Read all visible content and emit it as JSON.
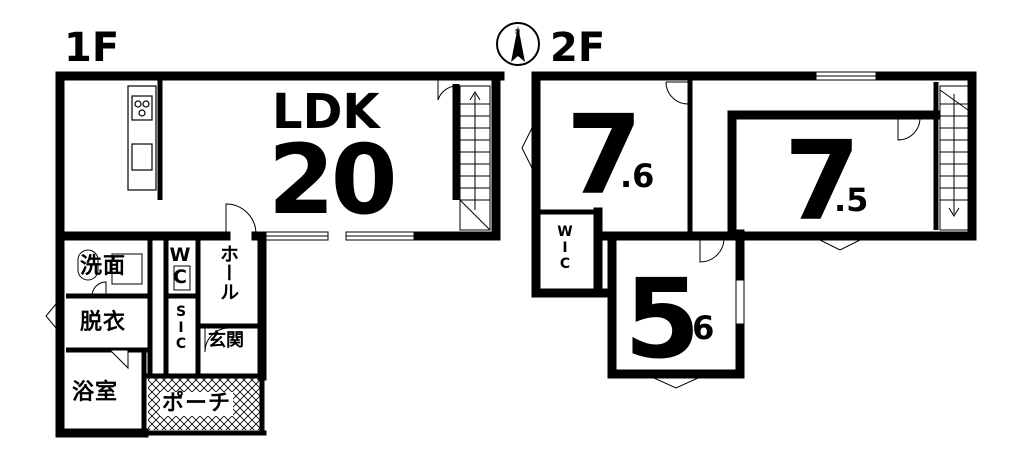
{
  "floors": {
    "first": {
      "label": "1F",
      "rooms": {
        "ldk": {
          "name": "LDK",
          "size": "20"
        },
        "senmen": "洗面",
        "datsui": "脱衣",
        "yokushitsu": "浴室",
        "wc": "WC",
        "sic": "SIC",
        "hall": "ホール",
        "genkan": "玄関",
        "porch": "ポーチ"
      }
    },
    "second": {
      "label": "2F",
      "rooms": {
        "room_a": {
          "whole": "7",
          "frac": ".6"
        },
        "room_b": {
          "whole": "7",
          "frac": ".5"
        },
        "room_c": {
          "whole": "5",
          "frac": ".6"
        },
        "wic": "WIC"
      }
    }
  },
  "compass": {
    "letter": "N"
  }
}
